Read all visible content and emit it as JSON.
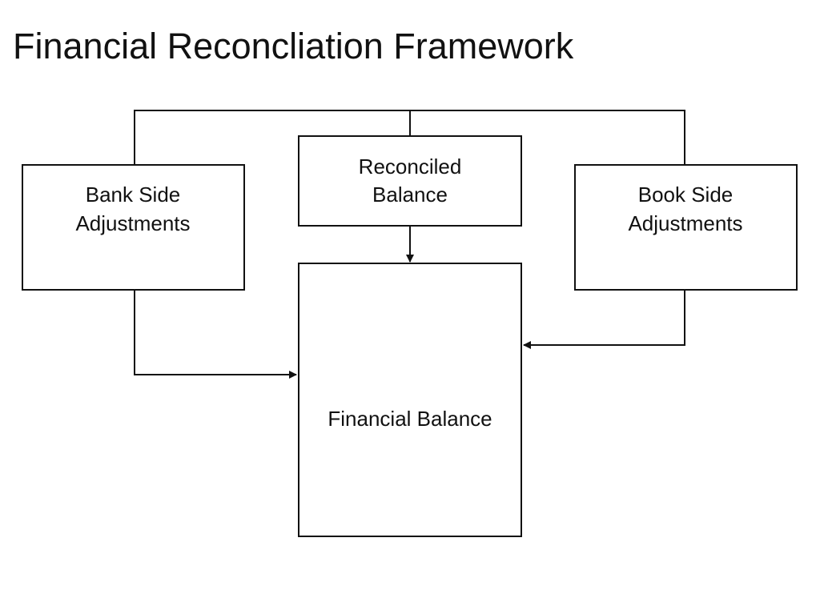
{
  "title": "Financial Reconcliation Framework",
  "nodes": {
    "bank_side": {
      "lines": [
        "Bank Side",
        "Adjustments"
      ]
    },
    "reconciled": {
      "lines": [
        "Reconciled",
        "Balance"
      ]
    },
    "book_side": {
      "lines": [
        "Book Side",
        "Adjustments"
      ]
    },
    "financial_balance": {
      "lines": [
        "Financial Balance"
      ]
    }
  },
  "colors": {
    "stroke": "#111111",
    "background": "#ffffff"
  }
}
